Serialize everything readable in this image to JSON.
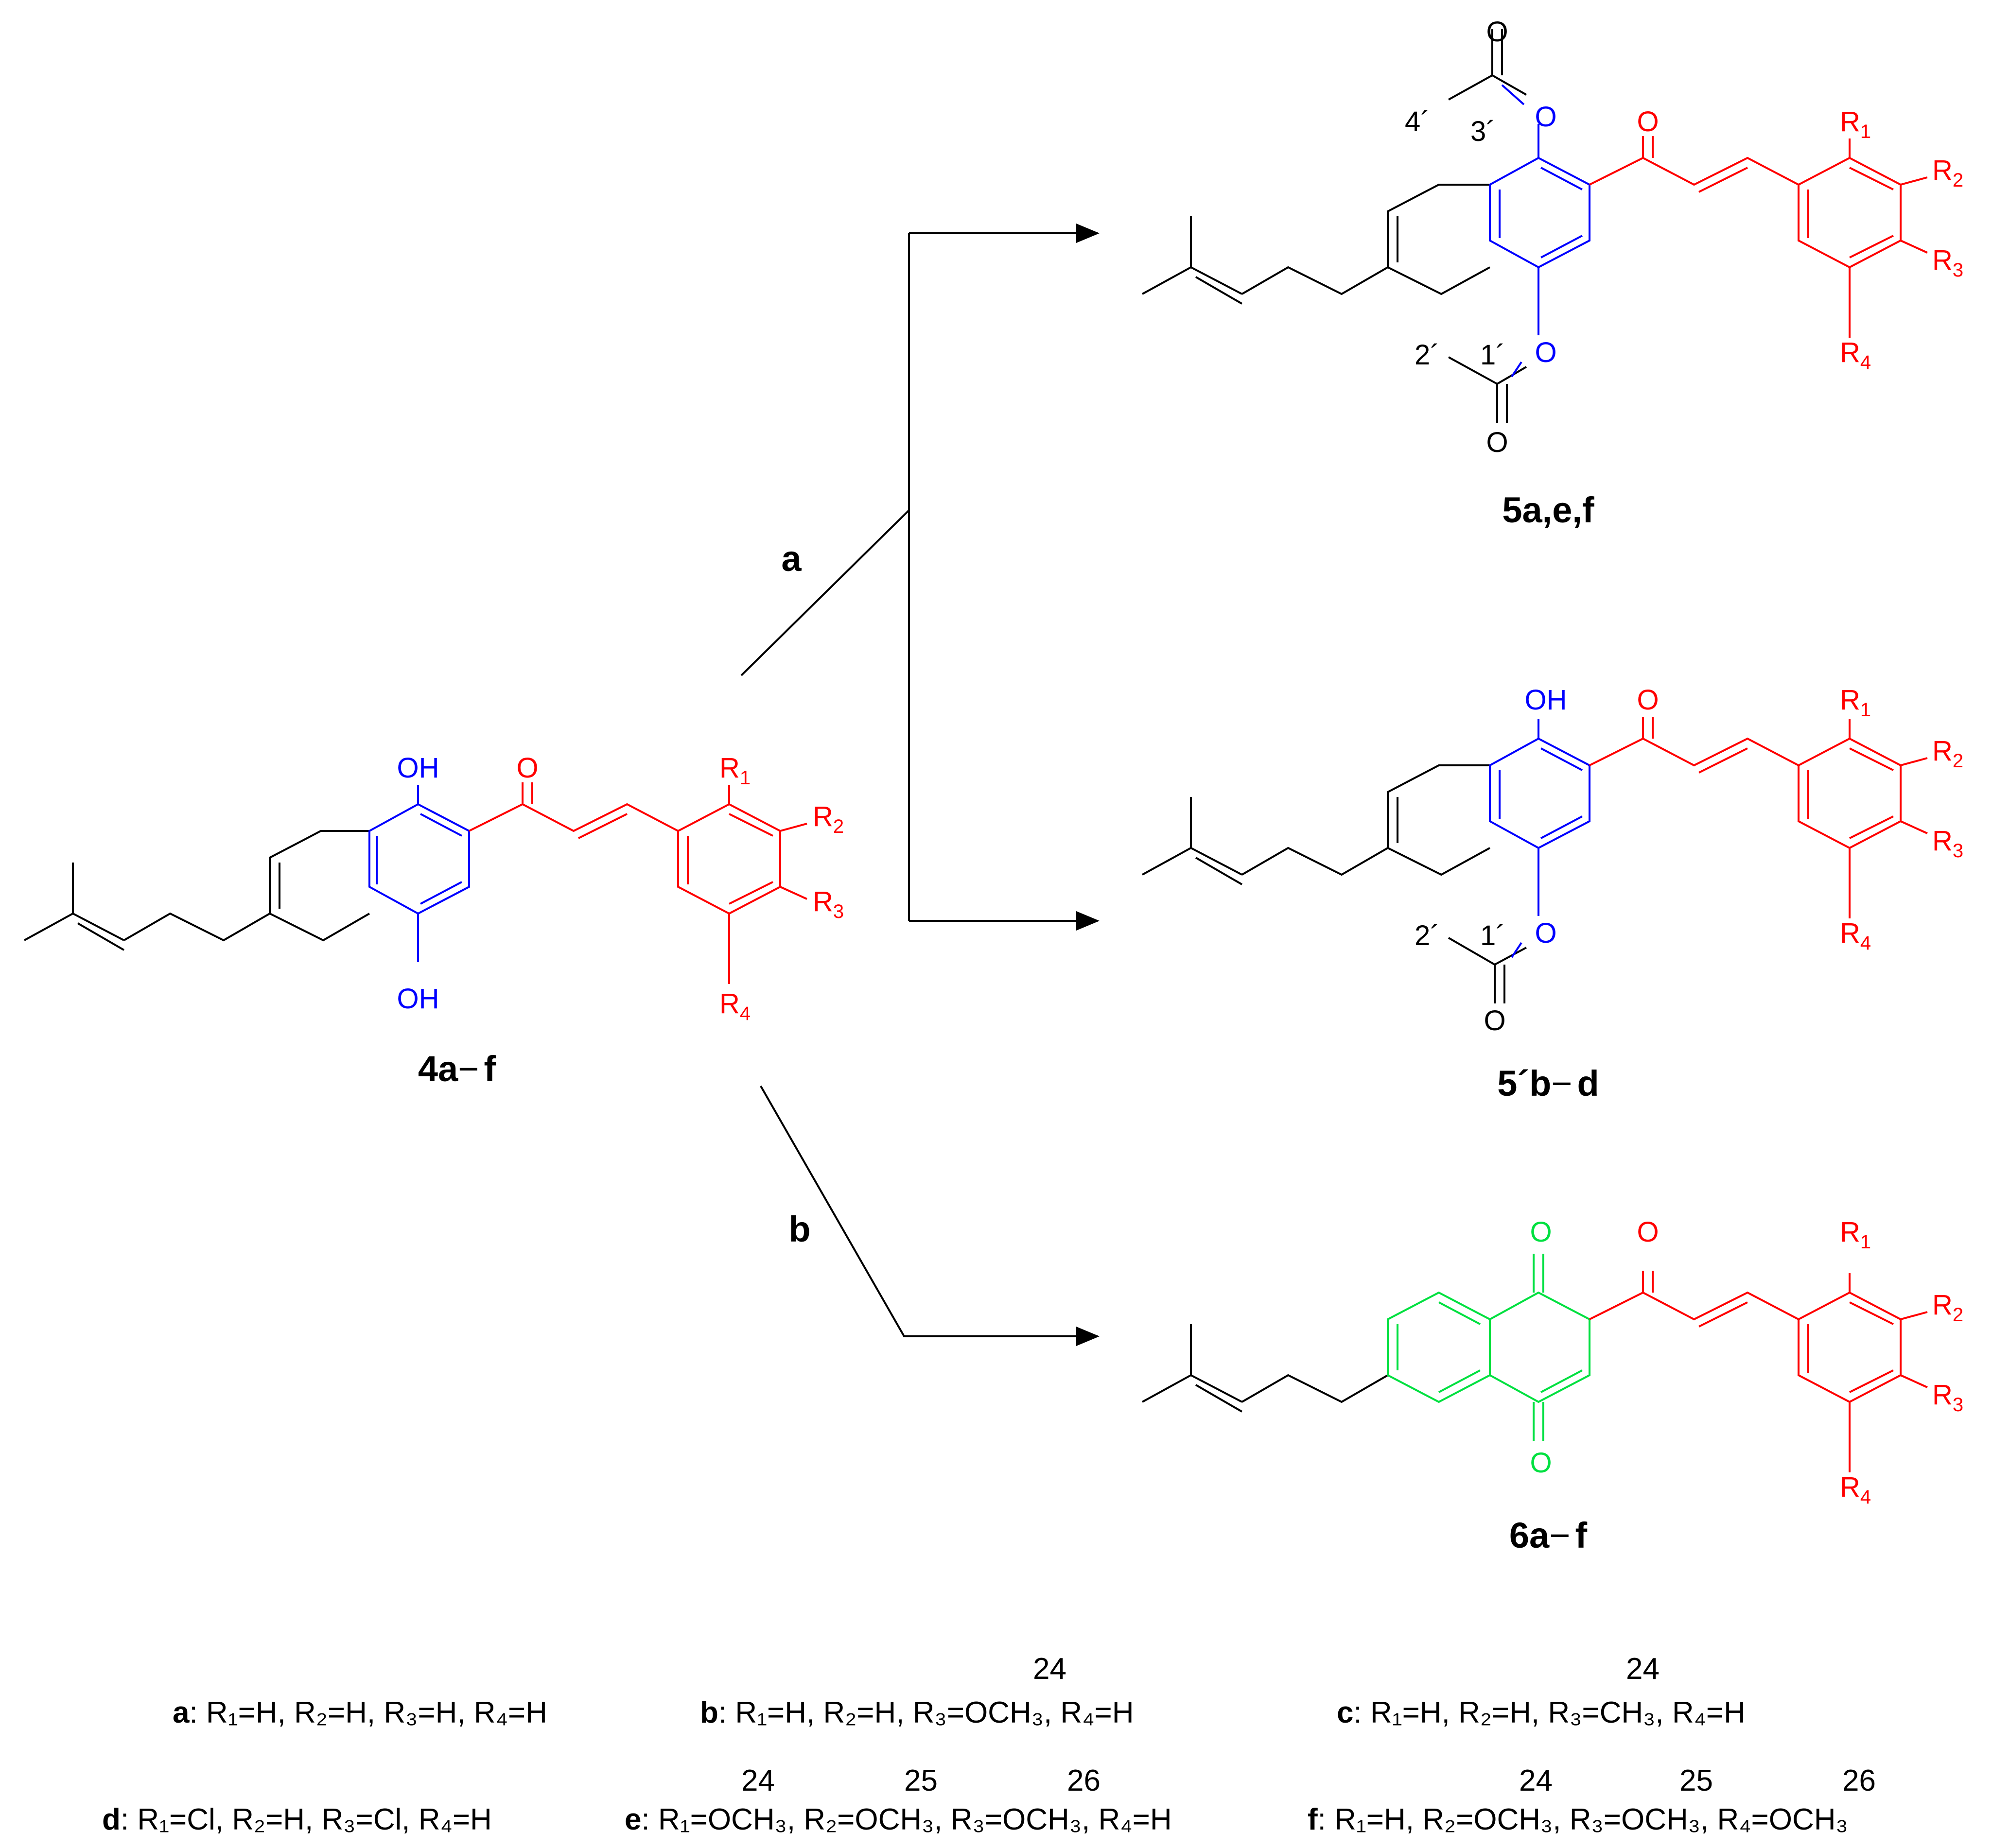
{
  "colors": {
    "black": "#000000",
    "red": "#ff0000",
    "blue": "#0000ff",
    "green": "#00e040"
  },
  "steps": {
    "a": "a",
    "b": "b"
  },
  "compounds": {
    "c4": {
      "num": "4a",
      "suffix": "f"
    },
    "c5": {
      "label": "5a,e,f"
    },
    "c5p": {
      "num": "5´b",
      "suffix": "d"
    },
    "c6": {
      "num": "6a",
      "suffix": "f"
    }
  },
  "dash": "−",
  "atoms": {
    "O": "O",
    "OH": "OH",
    "R": "R",
    "sub1": "1",
    "sub2": "2",
    "sub3": "3",
    "sub4": "4"
  },
  "acetyl_numbers": {
    "n1": "1´",
    "n2": "2´",
    "n3": "3´",
    "n4": "4´"
  },
  "legend": {
    "a": {
      "key": "a",
      "text": ": R₁=H, R₂=H, R₃=H, R₄=H"
    },
    "b": {
      "key": "b",
      "text": ": R₁=H, R₂=H, R₃=OCH₃, R₄=H",
      "n24": "24"
    },
    "c": {
      "key": "c",
      "text": ": R₁=H, R₂=H, R₃=CH₃, R₄=H",
      "n24": "24"
    },
    "d": {
      "key": "d",
      "text": ": R₁=Cl, R₂=H, R₃=Cl, R₄=H"
    },
    "e": {
      "key": "e",
      "text": ": R₁=OCH₃, R₂=OCH₃, R₃=OCH₃, R₄=H",
      "n24": "24",
      "n25": "25",
      "n26": "26"
    },
    "f": {
      "key": "f",
      "text": ": R₁=H, R₂=OCH₃, R₃=OCH₃, R₄=OCH₃",
      "n24": "24",
      "n25": "25",
      "n26": "26"
    }
  }
}
